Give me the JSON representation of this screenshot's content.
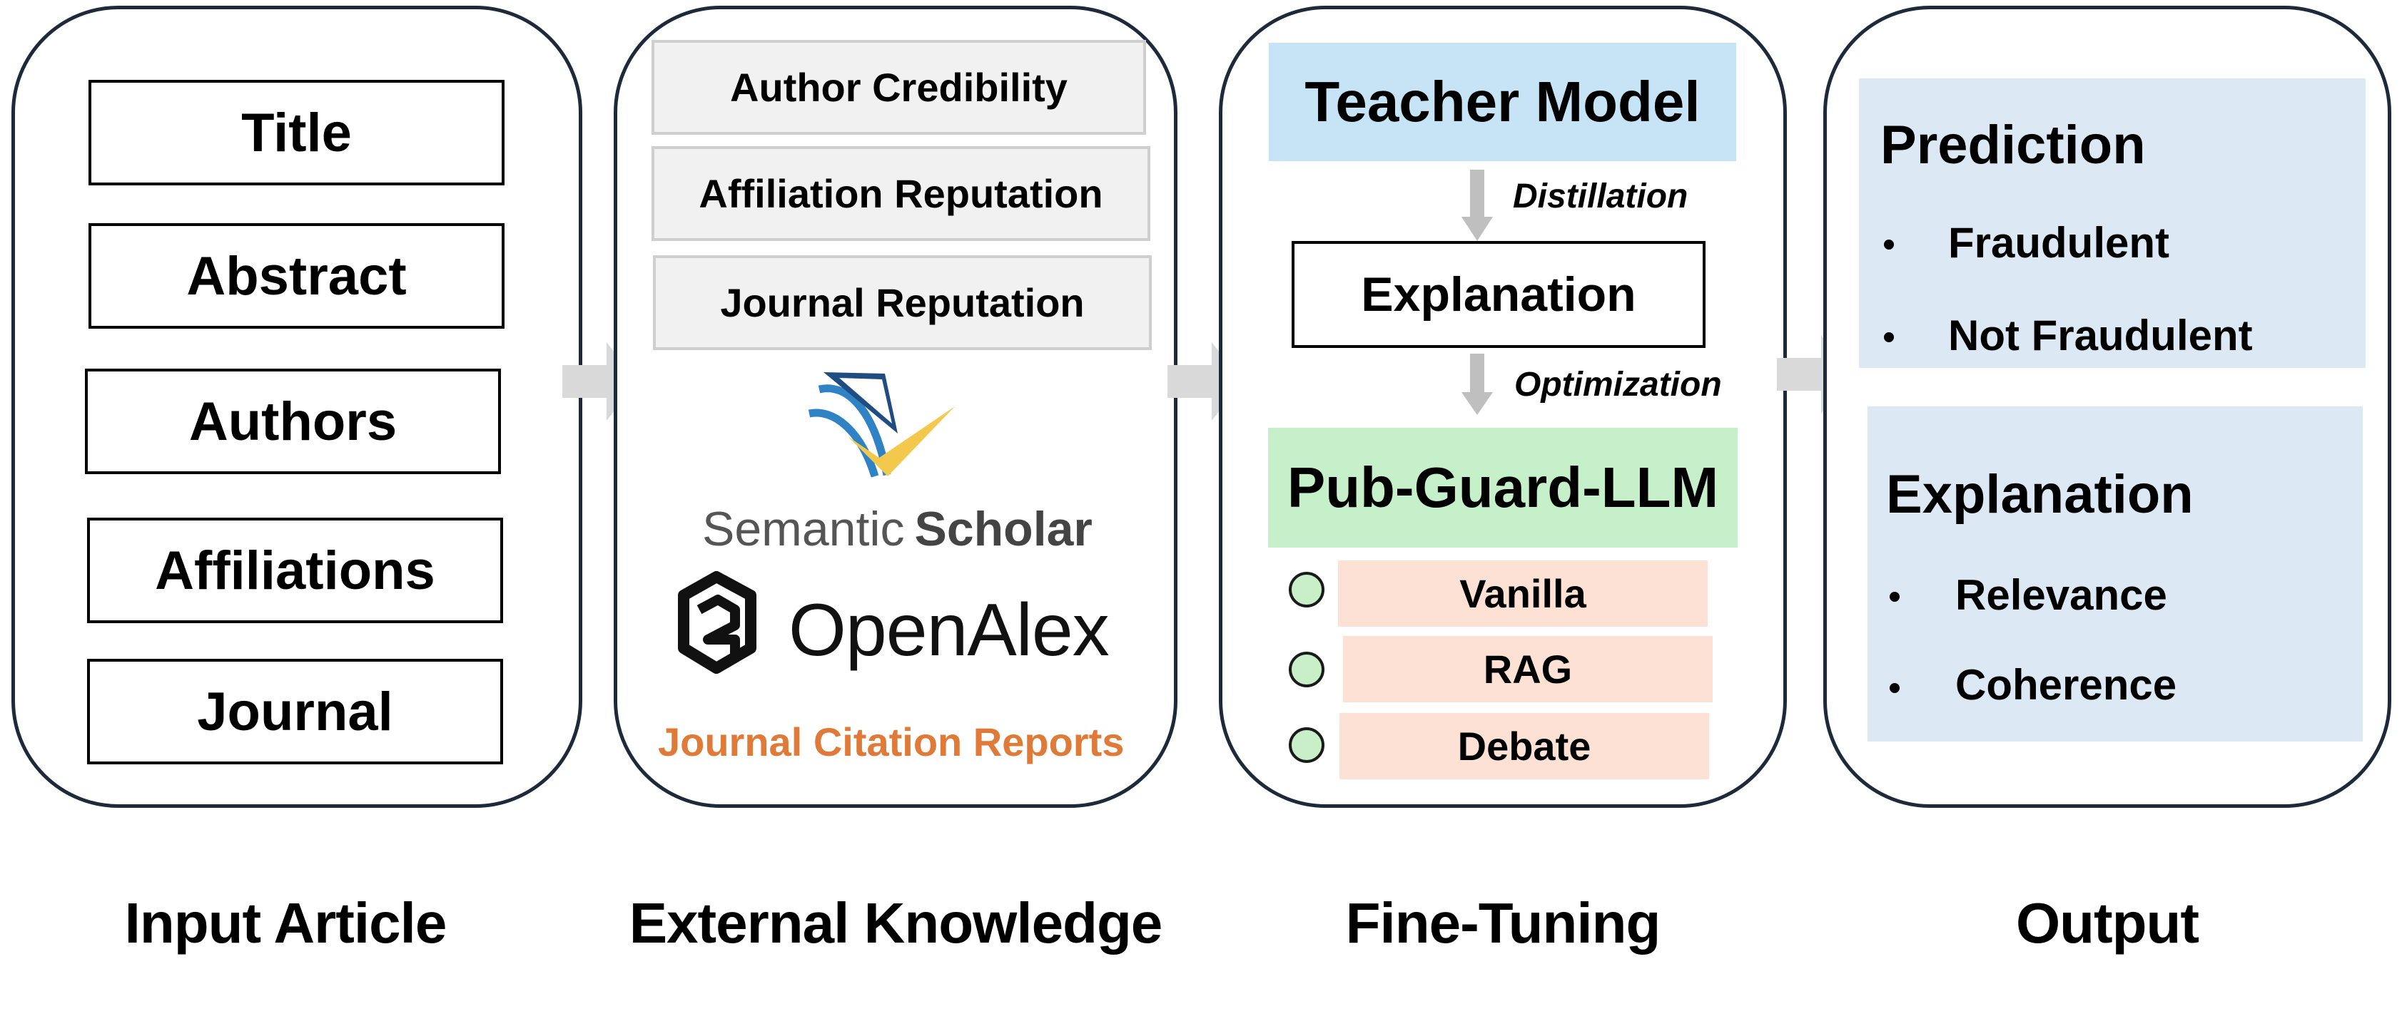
{
  "captions": {
    "input_article": "Input Article",
    "external_knowledge": "External Knowledge",
    "fine_tuning": "Fine-Tuning",
    "output": "Output"
  },
  "input_fields": [
    "Title",
    "Abstract",
    "Authors",
    "Affiliations",
    "Journal"
  ],
  "knowledge_features": [
    "Author Credibility",
    "Affiliation Reputation",
    "Journal Reputation"
  ],
  "sources": {
    "semantic_scholar": {
      "light": "Semantic",
      "bold": "Scholar"
    },
    "openalex": "OpenAlex",
    "jcr": "Journal Citation Reports"
  },
  "fine_tuning": {
    "teacher": "Teacher Model",
    "distillation": "Distillation",
    "explanation": "Explanation",
    "optimization": "Optimization",
    "model": "Pub-Guard-LLM",
    "modes": [
      "Vanilla",
      "RAG",
      "Debate"
    ]
  },
  "output": {
    "prediction_title": "Prediction",
    "prediction_items": [
      "Fraudulent",
      "Not Fraudulent"
    ],
    "explanation_title": "Explanation",
    "explanation_items": [
      "Relevance",
      "Coherence"
    ]
  },
  "colors": {
    "panel_border": "#1e2a3a",
    "teacher_fill": "#c6e4f6",
    "model_fill": "#c5f0c9",
    "mode_fill": "#fce1d4",
    "output_fill": "#dde8f5",
    "jcr_text": "#e07a38",
    "arrow": "#d9d9d9"
  }
}
